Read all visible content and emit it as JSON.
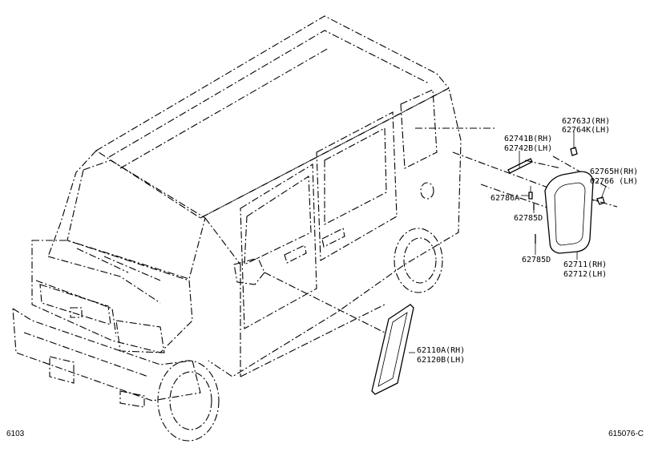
{
  "labels": {
    "p62763j": "62763J(RH)",
    "p62764k": "62764K(LH)",
    "p62741b": "62741B(RH)",
    "p62742b": "62742B(LH)",
    "p62765h": "62765H(RH)",
    "p62766": "62766   (LH)",
    "p62786a": "62786A",
    "p62785d_top": "62785D",
    "p62785d_bot": "62785D",
    "p62711": "62711(RH)",
    "p62712": "62712(LH)",
    "p62110a": "62110A(RH)",
    "p62120b": "62120B(LH)"
  },
  "footer": {
    "page_code": "6103",
    "figure_code": "615076-C"
  }
}
